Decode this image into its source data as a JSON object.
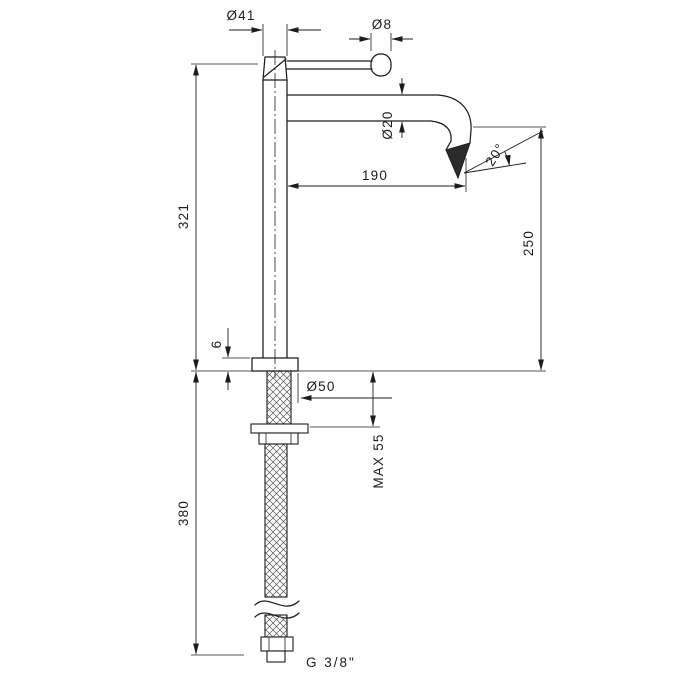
{
  "drawing": {
    "labels": {
      "body_diameter": "Ø41",
      "lever_diameter": "Ø8",
      "spout_diameter": "Ø20",
      "spout_reach": "190",
      "spout_angle": "20°",
      "total_height": "321",
      "spout_height": "250",
      "base_thickness": "6",
      "base_diameter": "Ø50",
      "max_counter_thickness": "MAX  55",
      "below_deck_length": "380",
      "thread_size": "G  3/8\""
    },
    "colors": {
      "line": "#1c1c1c",
      "background": "#ffffff",
      "aerator_fill": "#2b2b2b"
    }
  }
}
